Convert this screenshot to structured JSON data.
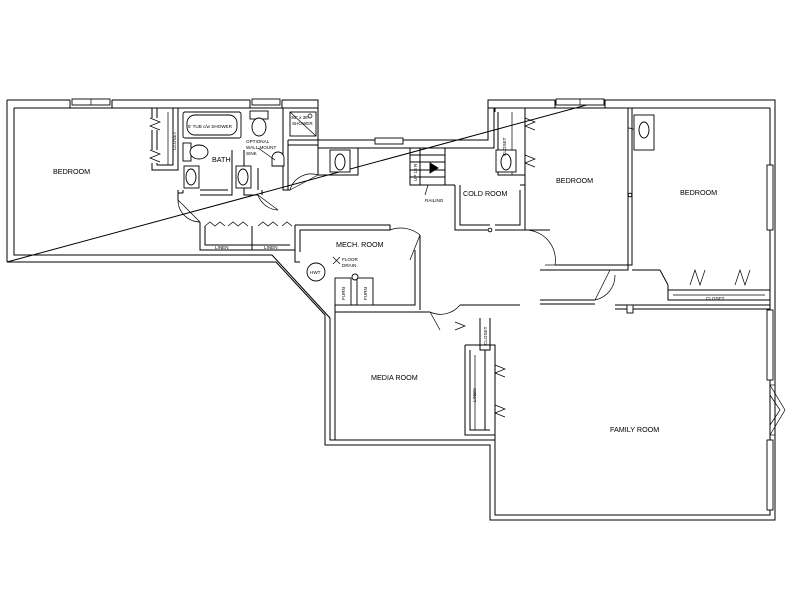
{
  "rooms": {
    "bedroom_left": "BEDROOM",
    "bath": "BATH",
    "closet_bath": "CLOSET",
    "linen_1": "LINEN",
    "linen_2": "LINEN",
    "mech_room": "MECH. ROOM",
    "cold_room": "COLD ROOM",
    "bedroom_middle": "BEDROOM",
    "bedroom_right": "BEDROOM",
    "closet_middle": "CLOSET",
    "closet_right": "CLOSET",
    "media_room": "MEDIA ROOM",
    "closet_media": "CLOSET",
    "linen_media": "LINEN",
    "family_room": "FAMILY ROOM"
  },
  "fixtures": {
    "tub": "6' TUB c/w SHOWER",
    "shower_line1": "36\" x 36\"",
    "shower_line2": "SHOWER",
    "sink_line1": "OPTIONAL",
    "sink_line2": "WALL MOUNT",
    "sink_line3": "SINK",
    "stairs": "UP 18 R",
    "railing": "RAILING",
    "hwt": "HWT",
    "floor_drain_line1": "FLOOR",
    "floor_drain_line2": "DRAIN",
    "furnace_1": "FURN",
    "furnace_2": "FURN"
  }
}
